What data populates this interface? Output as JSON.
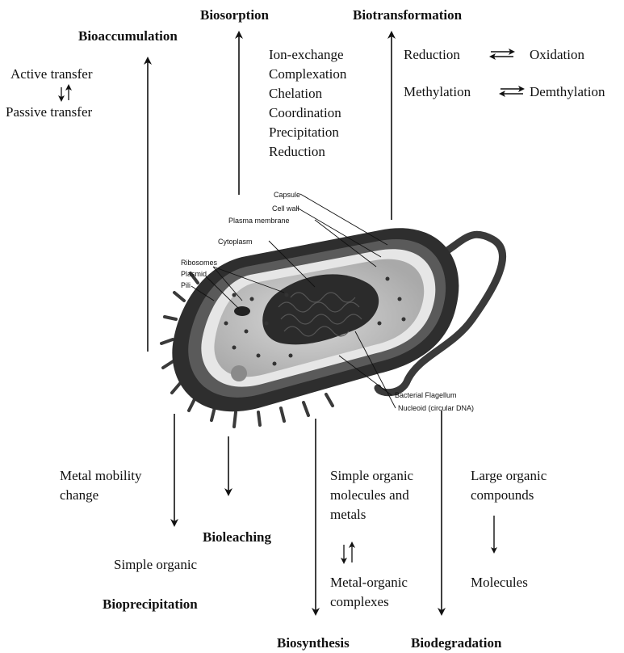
{
  "processes": {
    "bioaccumulation": "Bioaccumulation",
    "biosorption": "Biosorption",
    "biotransformation": "Biotransformation",
    "bioleaching": "Bioleaching",
    "bioprecipitation": "Bioprecipitation",
    "biosynthesis": "Biosynthesis",
    "biodegradation": "Biodegradation"
  },
  "bioaccumulation_notes": {
    "active": "Active transfer",
    "passive": "Passive transfer"
  },
  "biosorption_mechanisms": [
    "Ion-exchange",
    "Complexation",
    "Chelation",
    "Coordination",
    "Precipitation",
    "Reduction"
  ],
  "biotransformation_reactions": {
    "reduction": "Reduction",
    "oxidation": "Oxidation",
    "methylation": "Methylation",
    "demethylation": "Demthylation"
  },
  "bioprecipitation_notes": {
    "mobility": [
      "Metal mobility",
      "change"
    ],
    "simple_organic": "Simple organic"
  },
  "biosynthesis_notes": {
    "reactants": [
      "Simple organic",
      "molecules and",
      "metals"
    ],
    "products": [
      "Metal-organic",
      "complexes"
    ]
  },
  "biodegradation_notes": {
    "reactants": [
      "Large organic",
      "compounds"
    ],
    "products": "Molecules"
  },
  "cell_labels": {
    "capsule": "Capsule",
    "cell_wall": "Cell wall",
    "plasma_membrane": "Plasma membrane",
    "cytoplasm": "Cytoplasm",
    "ribosomes": "Ribosomes",
    "plasmid": "Plasmid",
    "pili": "Pili",
    "flagellum": "Bacterial Flagellum",
    "nucleoid": "Nucleoid (circular DNA)"
  }
}
